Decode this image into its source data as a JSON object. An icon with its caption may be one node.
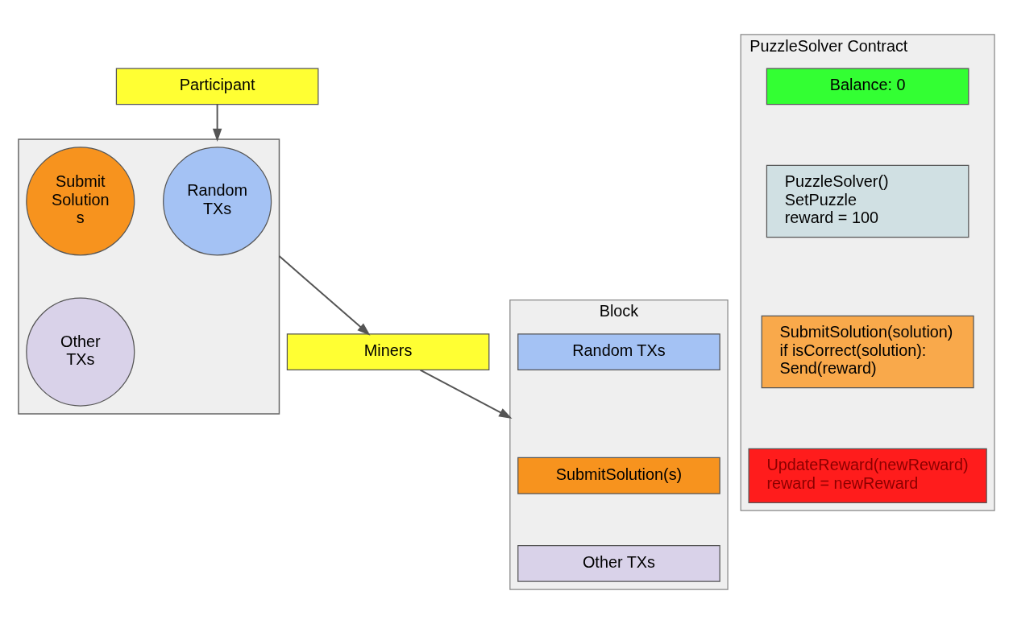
{
  "diagram": {
    "nodes": [
      {
        "text": [
          "Participant"
        ]
      },
      {
        "text": [],
        "shape": "trapezoid"
      },
      {
        "text": [
          "Submit Solution s"
        ],
        "in": 1
      },
      {
        "text": [
          "Random TXs"
        ],
        "in": 1
      },
      {
        "text": [
          "Other TXs"
        ],
        "in": 1
      },
      {
        "text": [
          "Miners"
        ]
      },
      {
        "text": [
          "Block"
        ]
      },
      {
        "text": [
          "Random TXs"
        ],
        "in": 6
      },
      {
        "text": [
          "SubmitSolution(s)"
        ],
        "in": 6
      },
      {
        "text": [
          "Other TXs"
        ],
        "in": 6
      },
      {
        "text": [
          "PuzzleSolver Contract"
        ]
      },
      {
        "text": [
          "Balance: 0"
        ],
        "in": 10
      },
      {
        "text": [
          "PuzzleSolver()",
          "SetPuzzle",
          "reward = 100"
        ],
        "in": 10
      },
      {
        "text": [
          "SubmitSolution(solution)",
          "if isCorrect(solution):",
          "Send(reward)"
        ],
        "in": 10
      },
      {
        "text": [
          "UpdateReward(newReward)",
          "reward = newReward"
        ],
        "in": 10
      }
    ],
    "edges": [
      {
        "from": 0,
        "to": 1,
        "arrow": "to"
      },
      {
        "from": 1,
        "to": 5,
        "arrow": "to"
      },
      {
        "from": 5,
        "to": 6,
        "arrow": "to"
      }
    ]
  }
}
